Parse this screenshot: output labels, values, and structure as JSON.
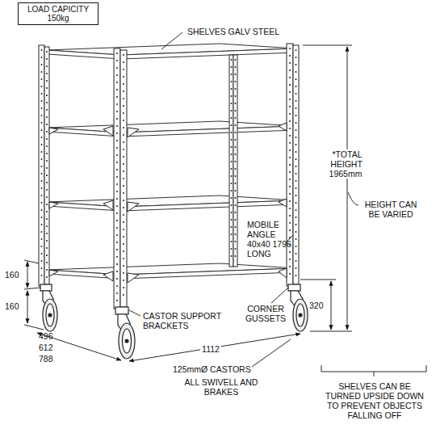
{
  "diagram": {
    "nodes": [
      {
        "text": [
          "LOAD CAPICITY 150kg"
        ]
      }
    ],
    "labels": [
      "SHELVES GALV STEEL",
      "*TOTAL HEIGHT 1965mm",
      "HEIGHT CAN BE VARIED",
      "MOBILE ANGLE 40x40 1796 LONG",
      "160",
      "160",
      "320",
      "496",
      "612",
      "788",
      "CASTOR SUPPORT BRACKETS",
      "CORNER GUSSETS",
      "1112",
      "125mmØ CASTORS",
      "ALL SWIVELL AND BRAKES",
      "SHELVES CAN BE TURNED UPSIDE DOWN TO PREVENT OBJECTS FALLING OFF"
    ]
  }
}
